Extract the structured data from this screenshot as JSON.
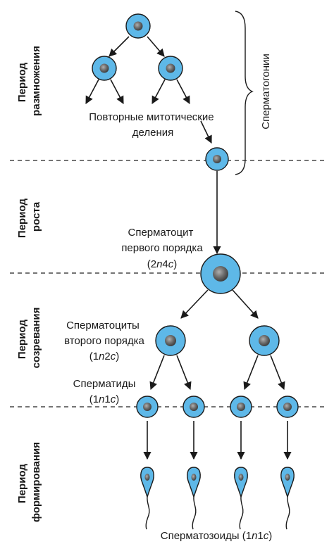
{
  "periods": {
    "reproduction": [
      "Период",
      "размножения"
    ],
    "growth": [
      "Период",
      "роста"
    ],
    "maturation": [
      "Период",
      "созревания"
    ],
    "formation": [
      "Период",
      "формирования"
    ]
  },
  "brace_label": "Сперматогонии",
  "labels": {
    "mitotic": [
      "Повторные митотические",
      "деления"
    ],
    "primary": {
      "lines": [
        "Сперматоцит",
        "первого порядка"
      ],
      "formula": {
        "pre": "(2",
        "n": "n",
        "mid": "4",
        "c": "c",
        "post": ")"
      }
    },
    "secondary": {
      "lines": [
        "Сперматоциты",
        "второго порядка"
      ],
      "formula": {
        "pre": "(1",
        "n": "n",
        "mid": "2",
        "c": "c",
        "post": ")"
      }
    },
    "spermatids": {
      "lines": [
        "Сперматиды"
      ],
      "formula": {
        "pre": "(1",
        "n": "n",
        "mid": "1",
        "c": "c",
        "post": ")"
      }
    },
    "spermatozoa": {
      "text": "Сперматозоиды ",
      "formula": {
        "pre": "(1",
        "n": "n",
        "mid": "1",
        "c": "c",
        "post": ")"
      }
    }
  },
  "colors": {
    "cell": "#5eb8e8",
    "nucleus_dark": "#3a3a3a",
    "nucleus_light": "#9a9a9a",
    "line": "#1a1a1a"
  }
}
